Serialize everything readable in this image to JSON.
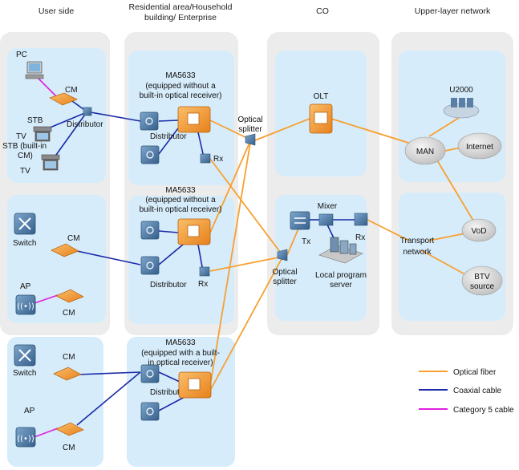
{
  "headers": {
    "user_side": "User side",
    "residential_line1": "Residential area/Household",
    "residential_line2": "building/ Enterprise",
    "co": "CO",
    "upper": "Upper-layer network"
  },
  "labels": {
    "pc": "PC",
    "cm": "CM",
    "stb": "STB",
    "tv": "TV",
    "stb_builtin_line1": "STB (built-in",
    "stb_builtin_line2": "CM)",
    "distributor": "Distributor",
    "switch": "Switch",
    "ap": "AP",
    "ma1_line1": "MA5633",
    "ma1_line2": "(equipped without a",
    "ma1_line3": "built-in optical receiver)",
    "ma3_line1": "MA5633",
    "ma3_line2": "(equipped with a built-",
    "ma3_line3": "in optical receiver)",
    "rx": "Rx",
    "tx": "Tx",
    "optical_splitter_line1": "Optical",
    "optical_splitter_line2": "splitter",
    "olt": "OLT",
    "mixer": "Mixer",
    "local_program_line1": "Local program",
    "local_program_line2": "server",
    "u2000": "U2000",
    "man": "MAN",
    "internet": "Internet",
    "transport_line1": "Transport",
    "transport_line2": "network",
    "vod": "VoD",
    "btv_line1": "BTV",
    "btv_line2": "source"
  },
  "legend": {
    "fiber": "Optical fiber",
    "coax": "Coaxial cable",
    "cat5": "Category 5 cable"
  },
  "colors": {
    "fiber": "#f7a030",
    "coax": "#1a2aa8",
    "cat5": "#e020e0",
    "column_bg": "#ececec",
    "panel_bg": "#d6ecfa",
    "device_orange": "#f39a35",
    "device_blue": "#4a78a8"
  }
}
